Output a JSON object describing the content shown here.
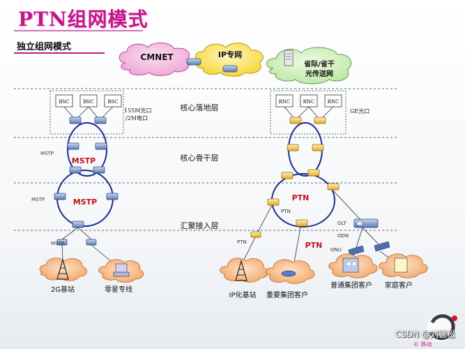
{
  "title": "PTN组网模式",
  "subtitle": "独立组网模式",
  "clouds": {
    "cmnet": "CMNET",
    "ip": "IP专网",
    "transport_line1": "省际/省干",
    "transport_line2": "光传送网"
  },
  "layers": {
    "core_landing": "核心落地层",
    "core_backbone": "核心骨干层",
    "aggregation_access": "汇聚接入层"
  },
  "left": {
    "bsc": [
      "BSC",
      "BSC",
      "BSC"
    ],
    "port_line1": "155M光口",
    "port_line2": "/2M电口",
    "mstp_label_1": "MSTP",
    "mstp_label_2": "MSTP",
    "mstp_label_3": "MSTP",
    "ring_upper": "MSTP",
    "ring_lower": "MSTP",
    "site_2g": "2G基站",
    "retail": "零星专线"
  },
  "right": {
    "rnc": [
      "RNC",
      "RNC",
      "RNC"
    ],
    "ge_port": "GE光口",
    "ring_ptn": "PTN",
    "ptn_label_left": "PTN",
    "ptn_label_mid": "PTN",
    "ptn_label_big": "PTN",
    "olt": "OLT",
    "odn": "ODN",
    "onu": "ONU",
    "ip_site": "IP化基站",
    "vip_customer": "重要集团客户",
    "group_customer": "普通集团客户",
    "home_customer": "家庭客户"
  },
  "watermark": "CSDN @刘德松",
  "logo_text": "© 移动"
}
